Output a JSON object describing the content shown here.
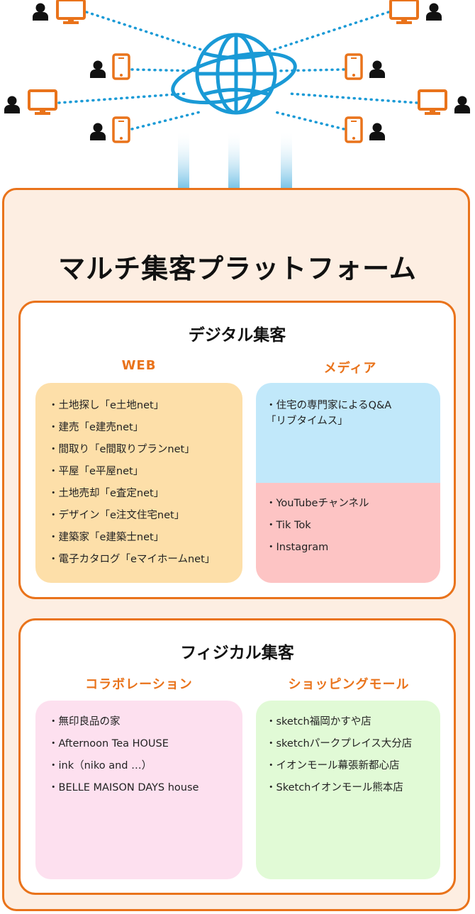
{
  "diagram": {
    "title": "マルチ集客プラットフォーム",
    "digital": {
      "title": "デジタル集客",
      "web": {
        "heading": "WEB",
        "items": [
          "土地探し「e土地net」",
          "建売「e建売net」",
          "間取り「e間取りプランnet」",
          "平屋「e平屋net」",
          "土地売却「e査定net」",
          "デザイン「e注文住宅net」",
          "建築家「e建築士net」",
          "電子カタログ「eマイホームnet」"
        ]
      },
      "media": {
        "heading": "メディア",
        "qa_line1": "住宅の専門家によるQ&A",
        "qa_line2": "「リブタイムス」",
        "sns": [
          "YouTubeチャンネル",
          "Tik Tok",
          "Instagram"
        ]
      }
    },
    "physical": {
      "title": "フィジカル集客",
      "collab": {
        "heading": "コラボレーション",
        "items": [
          "無印良品の家",
          "Afternoon Tea HOUSE",
          "ink（niko and …）",
          "BELLE MAISON DAYS house"
        ]
      },
      "mall": {
        "heading": "ショッピングモール",
        "items": [
          "sketch福岡かすや店",
          "sketchパークプレイス大分店",
          "イオンモール幕張新都心店",
          "Sketchイオンモール熊本店"
        ]
      }
    },
    "colors": {
      "orange": "#e9731b",
      "outer_bg": "#fdeee2",
      "globe_blue": "#1a9ad6",
      "web_card": "#fddfa9",
      "media_top": "#c1e8fa",
      "media_bottom": "#fdc4c4",
      "collab_card": "#fde0ef",
      "mall_card": "#e1fad6"
    }
  }
}
